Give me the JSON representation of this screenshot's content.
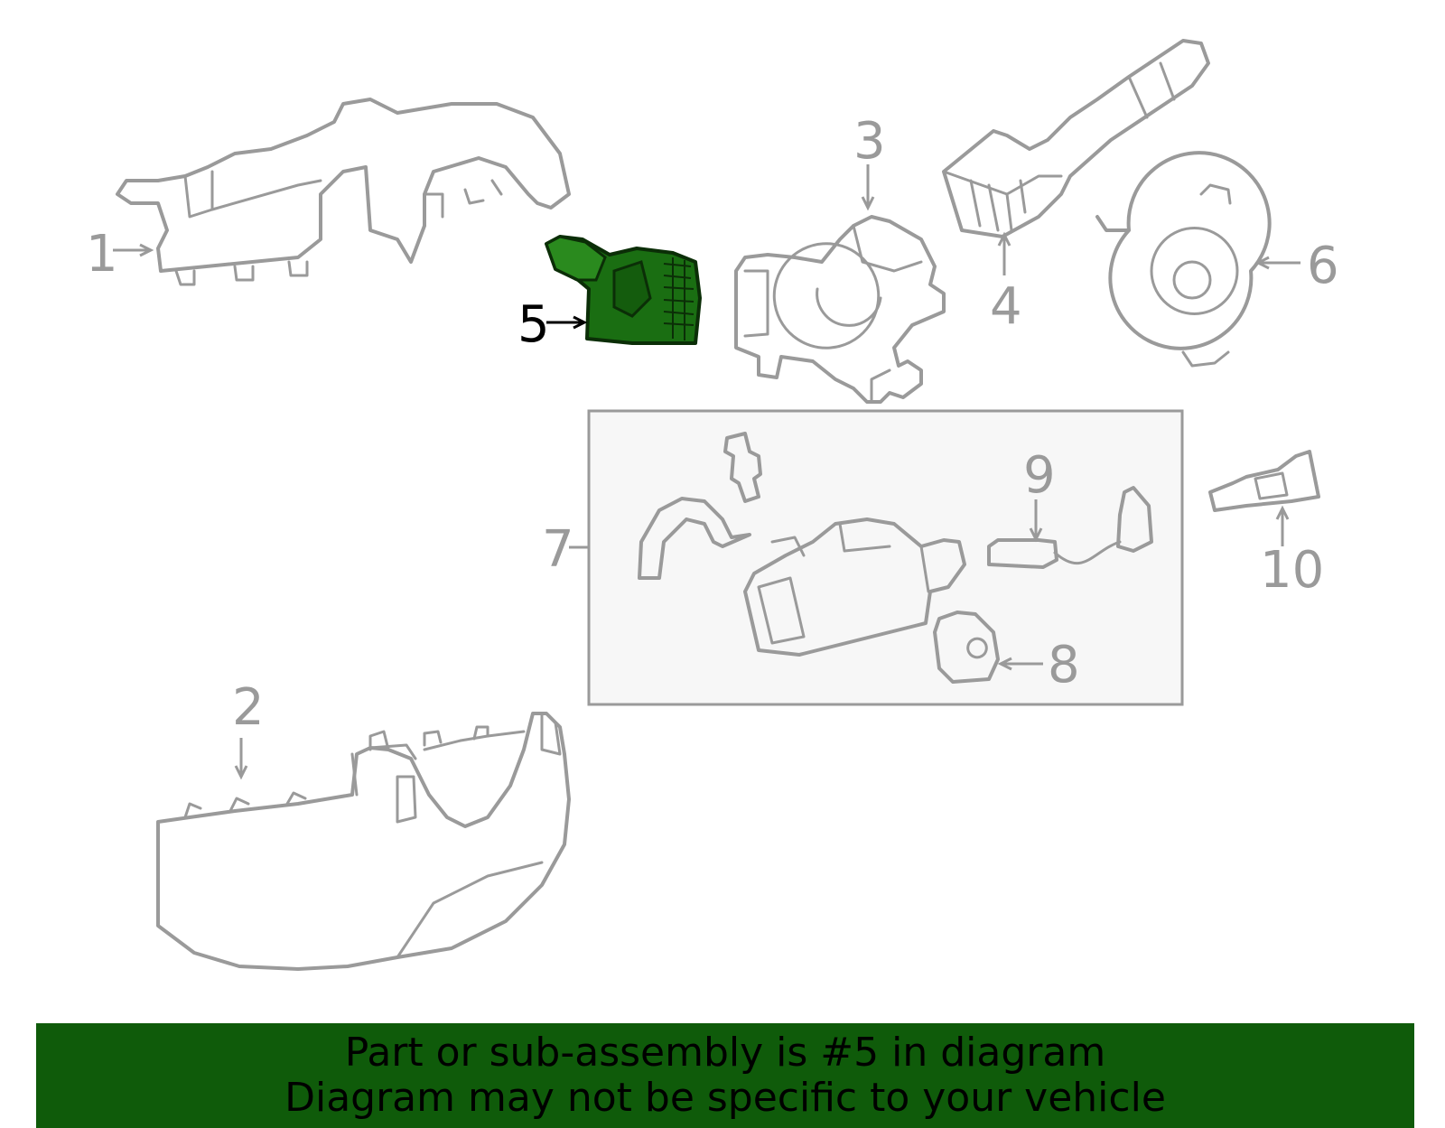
{
  "callouts": [
    {
      "id": "1",
      "label": "1"
    },
    {
      "id": "2",
      "label": "2"
    },
    {
      "id": "3",
      "label": "3"
    },
    {
      "id": "4",
      "label": "4"
    },
    {
      "id": "5",
      "label": "5",
      "highlighted": true
    },
    {
      "id": "6",
      "label": "6"
    },
    {
      "id": "7",
      "label": "7"
    },
    {
      "id": "8",
      "label": "8"
    },
    {
      "id": "9",
      "label": "9"
    },
    {
      "id": "10",
      "label": "10"
    }
  ],
  "banner": {
    "line1": "Part or sub-assembly is #5 in diagram",
    "line2": "Diagram may not be specific to your vehicle"
  },
  "colors": {
    "part_outline": "#9a9a9a",
    "highlight_fill": "#1a6e12",
    "banner_bg": "#0f5b0a",
    "subassembly_box_fill": "#f7f7f7"
  }
}
